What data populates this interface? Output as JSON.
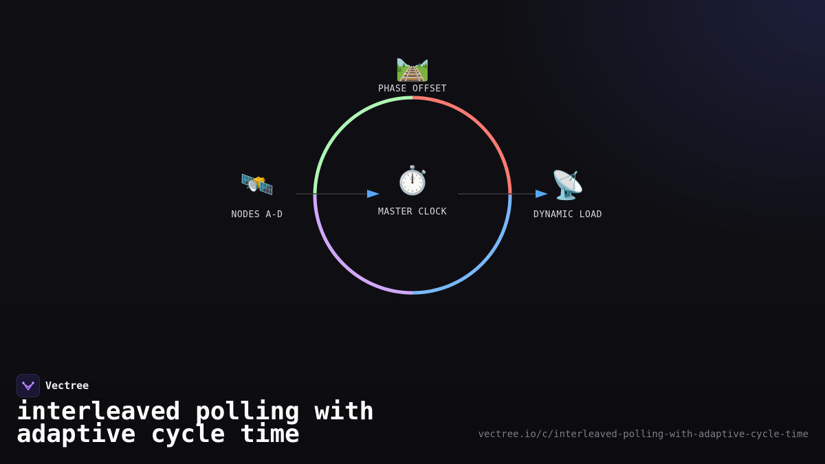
{
  "brand": {
    "name": "Vectree",
    "logo_icon": "vectree-logo-icon"
  },
  "title": "interleaved polling with adaptive cycle time",
  "url": "vectree.io/c/interleaved-polling-with-adaptive-cycle-time",
  "diagram": {
    "nodes": [
      {
        "id": "phase-offset",
        "label": "PHASE OFFSET",
        "icon": "railway-track-icon",
        "emoji": "🛤️"
      },
      {
        "id": "master-clock",
        "label": "MASTER CLOCK",
        "icon": "stopwatch-icon",
        "emoji": "⏱️"
      },
      {
        "id": "nodes-a-d",
        "label": "NODES A-D",
        "icon": "satellite-icon",
        "emoji": "🛰️"
      },
      {
        "id": "dynamic-load",
        "label": "DYNAMIC LOAD",
        "icon": "satellite-dish-icon",
        "emoji": "📡"
      }
    ],
    "ring_colors": [
      "#ff7b72",
      "#79b8ff",
      "#d2a8ff",
      "#aff5b4"
    ],
    "arrow_color": "#58a6ff"
  }
}
